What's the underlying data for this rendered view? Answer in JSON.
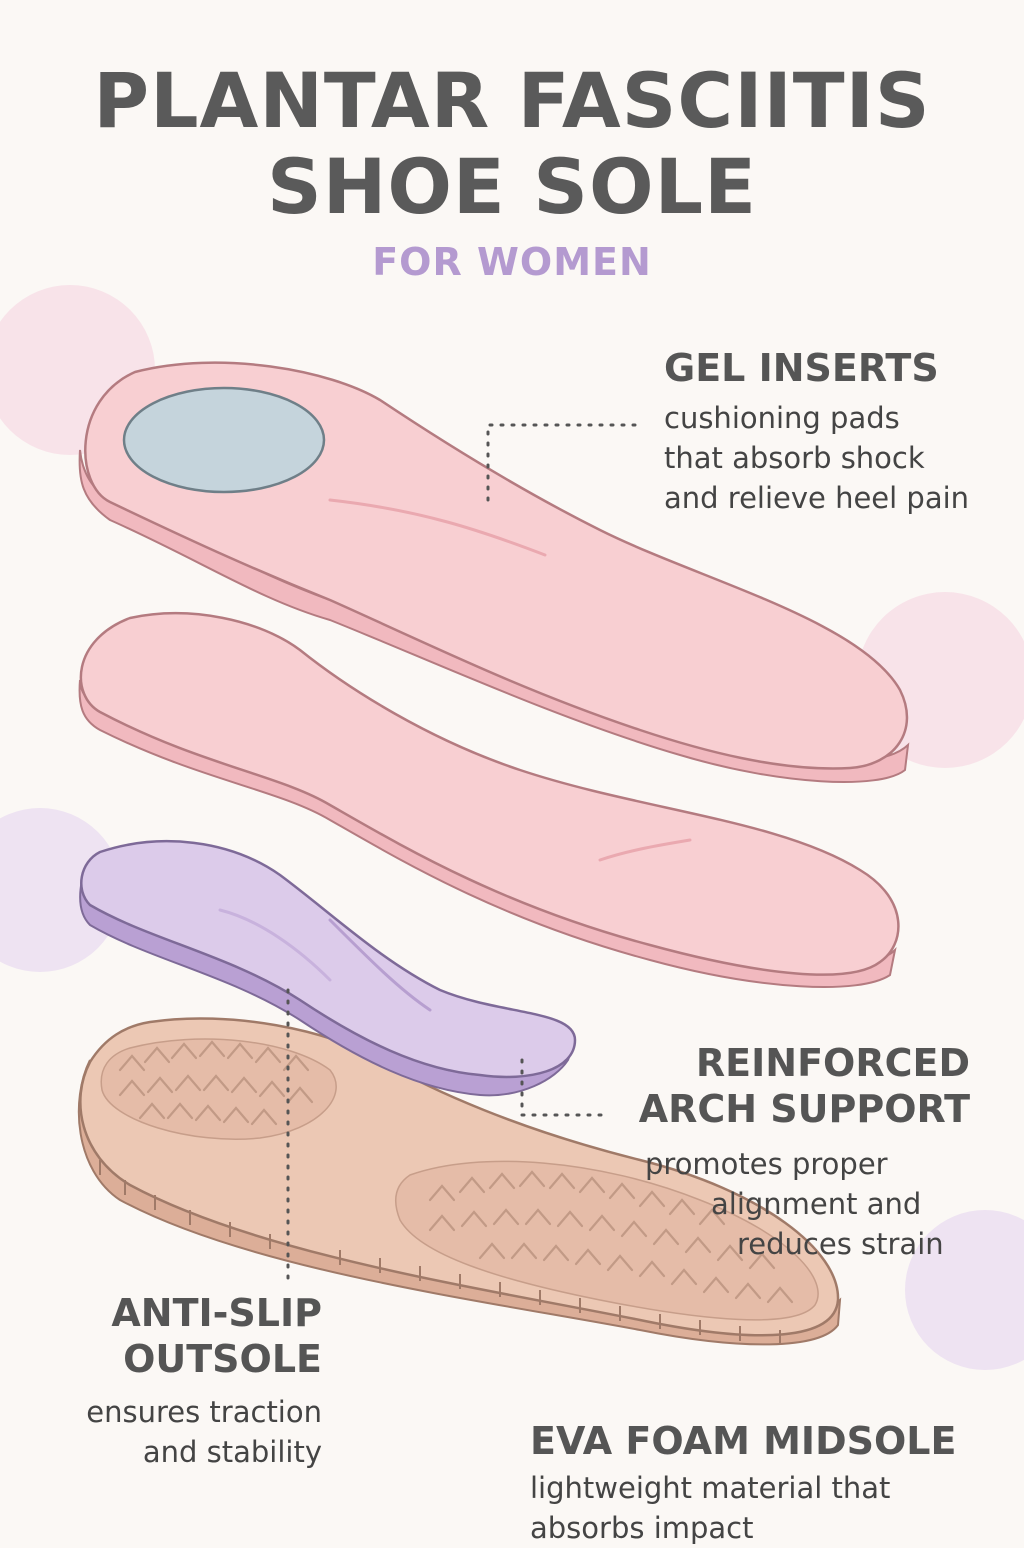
{
  "title": {
    "line1": "PLANTAR FASCIITIS",
    "line2": "SHOE SOLE",
    "subtitle": "FOR WOMEN"
  },
  "callouts": {
    "gel_inserts": {
      "heading": "GEL INSERTS",
      "description": [
        "cushioning pads",
        "that absorb shock",
        "and relieve heel pain"
      ]
    },
    "arch_support": {
      "heading": [
        "REINFORCED",
        "ARCH SUPPORT"
      ],
      "description": [
        "promotes proper",
        "alignment and",
        "reduces strain"
      ]
    },
    "outsole": {
      "heading": [
        "ANTI-SLIP",
        "OUTSOLE"
      ],
      "description": [
        "ensures traction",
        "and stability"
      ]
    },
    "midsole": {
      "heading": "EVA FOAM MIDSOLE",
      "description": [
        "lightweight material that",
        "absorbs impact"
      ]
    }
  },
  "colors": {
    "background": "#fbf8f5",
    "insole_pink": "#f8cfd2",
    "gel_blue": "#c5d4dc",
    "arch_purple": "#d9c6e8",
    "outsole_tan": "#ecc8b4",
    "title_gray": "#5a5a5a",
    "subtitle_lavender": "#b49ad0"
  }
}
